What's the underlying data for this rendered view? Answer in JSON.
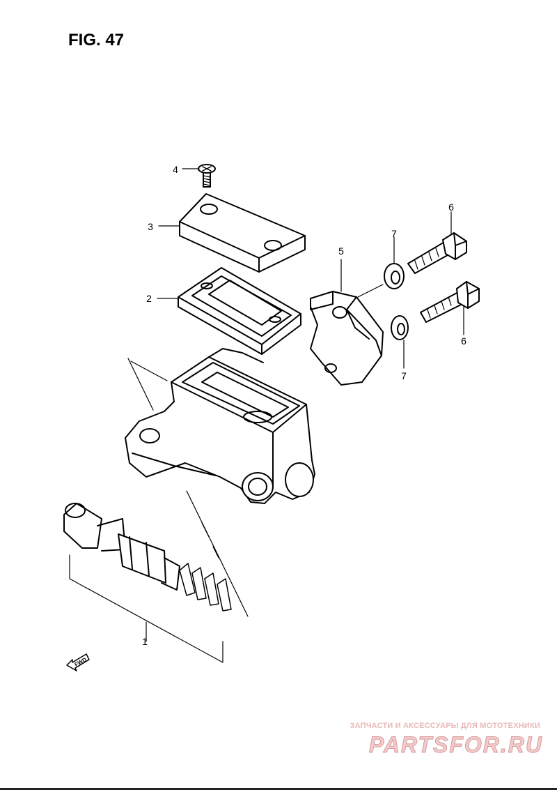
{
  "figure": {
    "title": "FIG. 47"
  },
  "callouts": {
    "c1": "1",
    "c2": "2",
    "c3": "3",
    "c4": "4",
    "c5": "5",
    "c6a": "6",
    "c6b": "6",
    "c7a": "7",
    "c7b": "7"
  },
  "direction_arrow": {
    "label": "FWD"
  },
  "watermark": {
    "tagline": "ЗАПЧАСТИ И АКСЕССУАРЫ ДЛЯ МОТОТЕХНИКИ",
    "brand": "PARTSFOR.RU"
  }
}
